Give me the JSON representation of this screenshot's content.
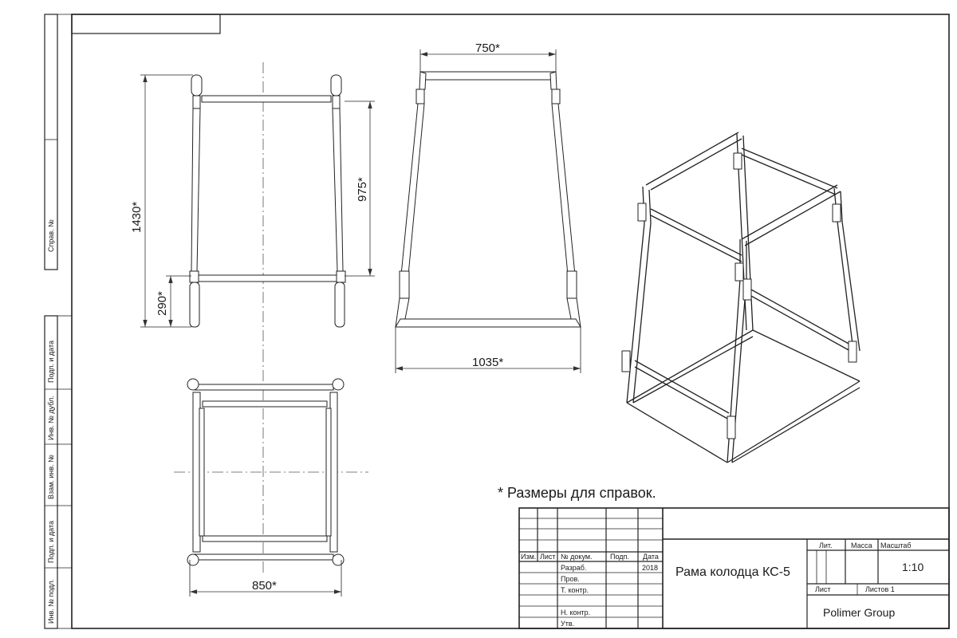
{
  "side_stamp": {
    "sprav": "Справ. №",
    "podp_data_1": "Подп. и дата",
    "inv_dubl": "Инв. № дубл.",
    "vzam_inv": "Взам. инв. №",
    "podp_data_2": "Подп. и дата",
    "inv_podl": "Инв. № подл."
  },
  "dimensions": {
    "front_height": "1430*",
    "front_bottom": "290*",
    "side_height": "975*",
    "side_top_width": "750*",
    "side_bottom_width": "1035*",
    "plan_width": "850*"
  },
  "note": "* Размеры для справок.",
  "title_block": {
    "headers": {
      "izm": "Изм.",
      "list": "Лист",
      "doc_no": "№ докум.",
      "podp": "Подп.",
      "date": "Дата"
    },
    "rows": [
      "Разраб.",
      "Пров.",
      "Т. контр.",
      "Н. контр.",
      "Утв."
    ],
    "year": "2018",
    "title": "Рама колодца КС-5",
    "lit_label": "Лит.",
    "mass_label": "Масса",
    "scale_label": "Масштаб",
    "scale_value": "1:10",
    "sheet_label": "Лист",
    "sheets_label": "Листов 1",
    "company": "Polimer Group"
  }
}
